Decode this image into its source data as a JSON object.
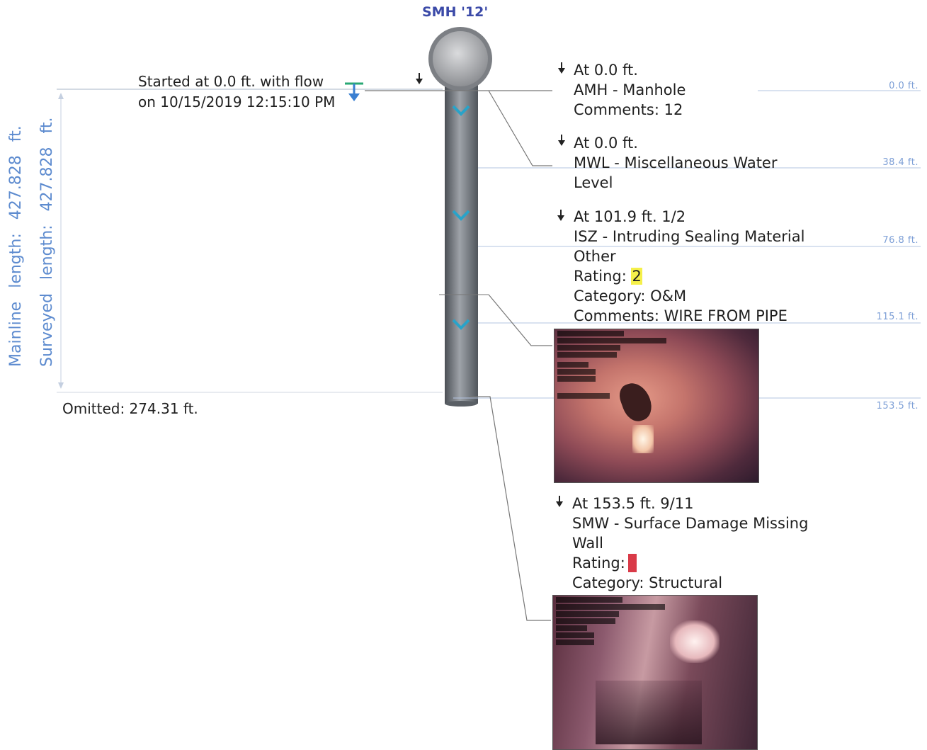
{
  "manhole": {
    "label": "SMH '12'"
  },
  "start": {
    "line1": "Started at 0.0 ft. with flow",
    "line2": "on 10/15/2019 12:15:10 PM"
  },
  "side": {
    "mainline": "Mainline length: 427.828 ft.",
    "surveyed": "Surveyed length: 427.828 ft."
  },
  "omitted": "Omitted: 274.31 ft.",
  "ruler": [
    "0.0 ft.",
    "38.4 ft.",
    "76.8 ft.",
    "115.1 ft.",
    "153.5 ft."
  ],
  "obs1": {
    "at": "At 0.0 ft.",
    "code": "AMH - Manhole",
    "comments": "Comments: 12"
  },
  "obs2": {
    "at": "At 0.0 ft.",
    "code": "MWL - Miscellaneous Water",
    "code2": "Level"
  },
  "obs3": {
    "at": "At 101.9 ft. 1/2",
    "code": "ISZ - Intruding Sealing Material",
    "code2": "Other",
    "rating_label": "Rating:",
    "rating": "2",
    "category": "Category: O&M",
    "comments": "Comments: WIRE FROM PIPE"
  },
  "obs4": {
    "at": "At 153.5 ft. 9/11",
    "code": "SMW - Surface Damage Missing",
    "code2": "Wall",
    "rating_label": "Rating:",
    "category": "Category: Structural"
  },
  "colors": {
    "pipe": "#6d7278",
    "ruler": "#9fb6de",
    "flow": "#1f8fbf",
    "rating_red": "#d93a48",
    "rating_yellow": "#f5f04a"
  }
}
